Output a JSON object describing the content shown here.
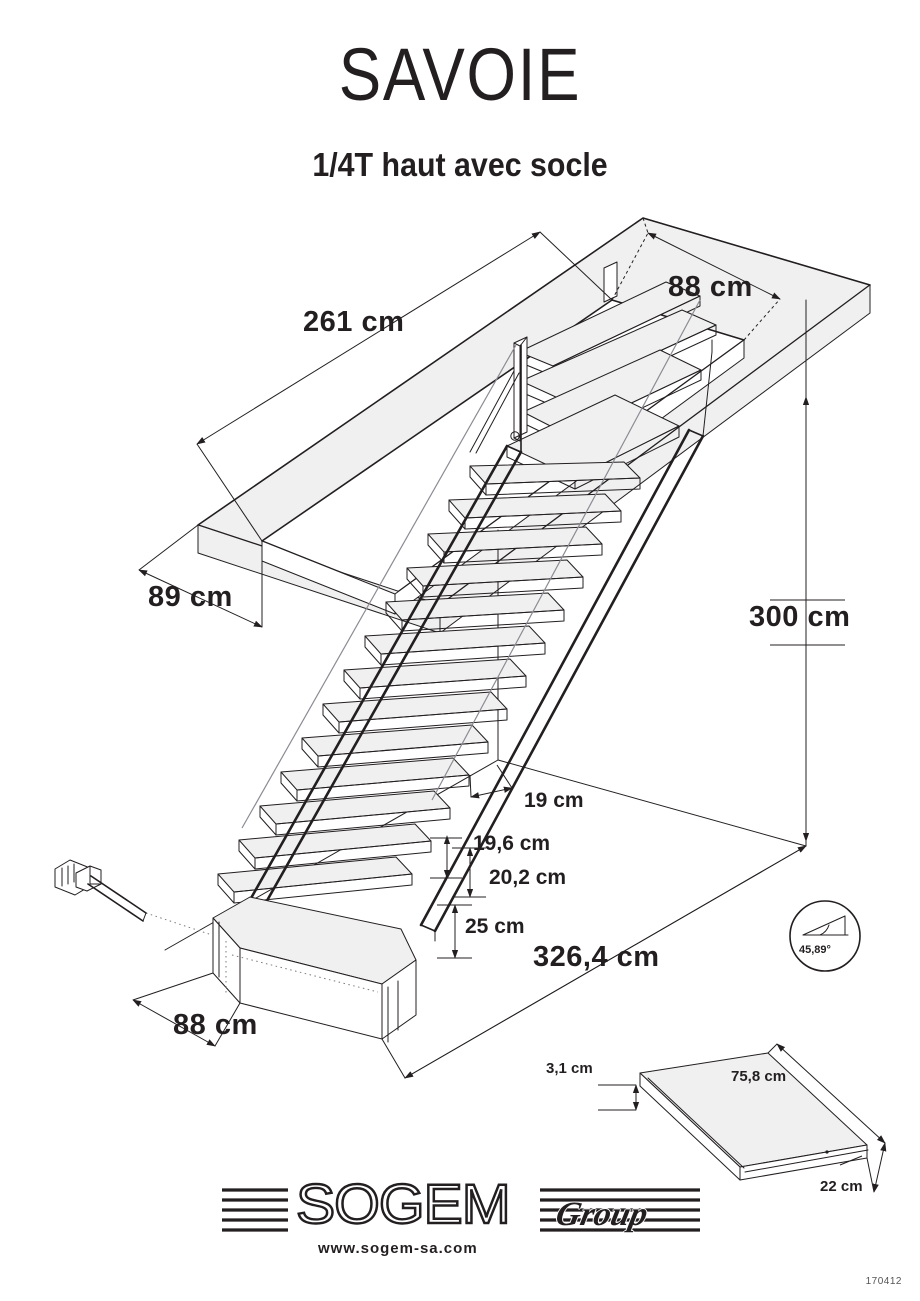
{
  "sheet": {
    "title": "SAVOIE",
    "subtitle": "1/4T haut avec socle",
    "reference": "170412",
    "background_color": "#ffffff",
    "line_color": "#231f20",
    "face_fill": "#f0f0f0"
  },
  "dimensions": {
    "stairwell_length": "261 cm",
    "stairwell_width_top": "88 cm",
    "landing_depth": "89 cm",
    "total_height": "300 cm",
    "tread_going": "19 cm",
    "riser_upper": "19,6 cm",
    "riser_mid": "20,2 cm",
    "riser_base": "25 cm",
    "total_run": "326,4 cm",
    "base_width": "88 cm"
  },
  "angle_badge": {
    "value": "45,89°",
    "icon": "angle-icon"
  },
  "tread_detail": {
    "thickness": "3,1 cm",
    "length": "75,8 cm",
    "depth": "22 cm"
  },
  "logo": {
    "brand": "SOGEM",
    "suffix": "Group",
    "website": "www.sogem-sa.com"
  }
}
